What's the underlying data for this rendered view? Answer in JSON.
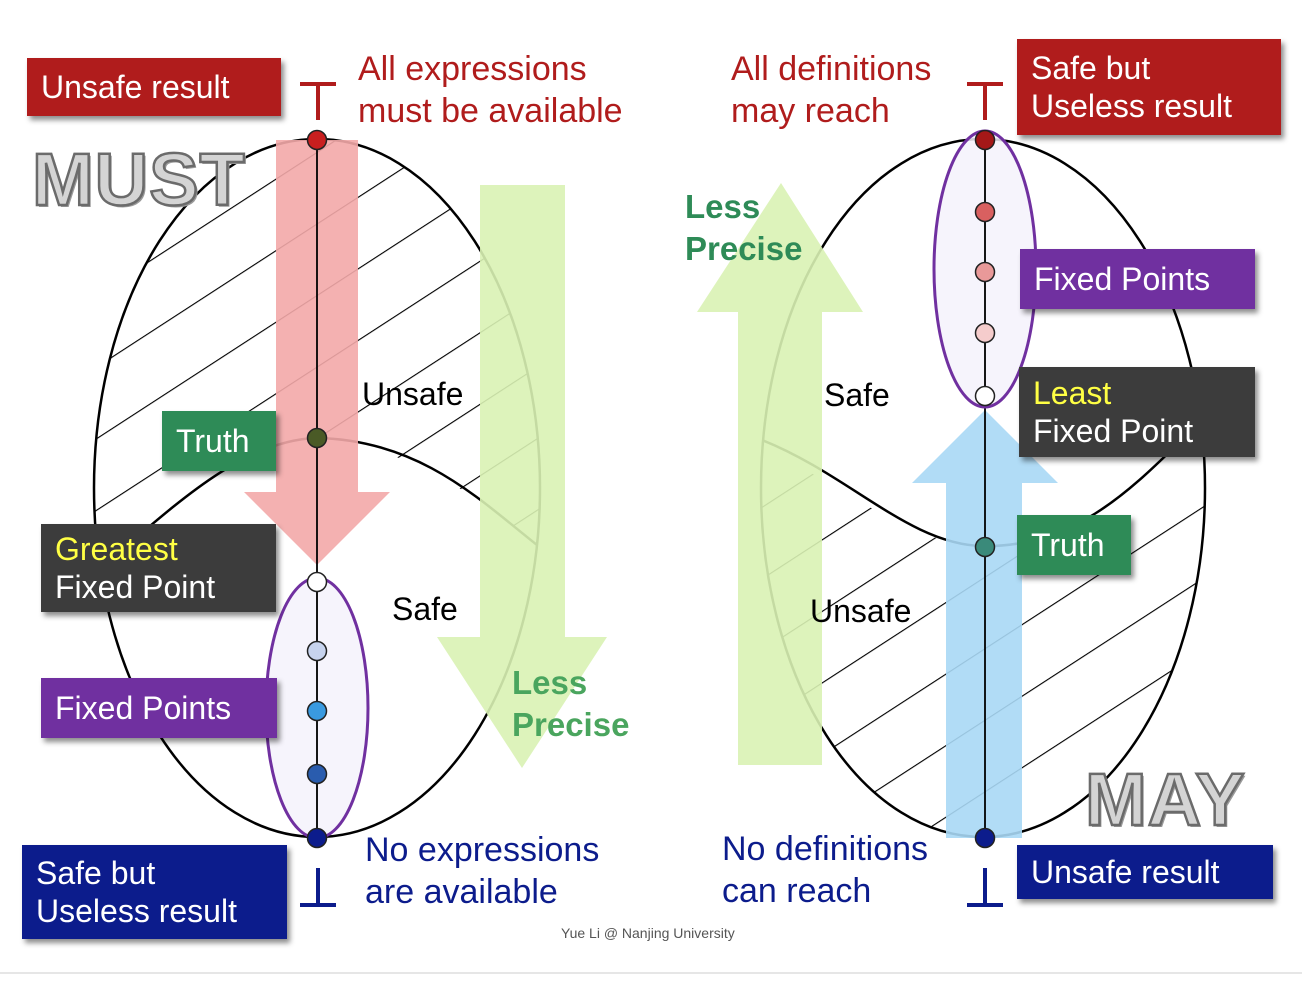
{
  "colors": {
    "dark_red": "#b01c1c",
    "dark_blue": "#0c1c8c",
    "dark_gray": "#3c3c3c",
    "purple": "#7030a0",
    "green_box": "#2e8b57",
    "green_text": "#4aa55e",
    "yellow": "#ffff44",
    "red_arrow": "#f3a9a9",
    "light_green_arrow": "#d9f2b4",
    "light_blue_arrow": "#a9d8f5"
  },
  "left": {
    "big_label": "MUST",
    "top_box": "Unsafe result",
    "top_desc": "All expressions\nmust be available",
    "bottom_box": "Safe but\nUseless result",
    "bottom_desc": "No expressions\nare available",
    "top_symbol": "⊤",
    "bottom_symbol": "⊥",
    "truth": "Truth",
    "fixpoint_highlight": "Greatest",
    "fixpoint_rest": "Fixed Point",
    "fixed_points": "Fixed Points",
    "region_unsafe": "Unsafe",
    "region_safe": "Safe",
    "less_precise": "Less\nPrecise"
  },
  "right": {
    "big_label": "MAY",
    "top_box": "Safe but\nUseless result",
    "top_desc": "All definitions\nmay reach",
    "bottom_box": "Unsafe result",
    "bottom_desc": "No definitions\ncan reach",
    "top_symbol": "⊤",
    "bottom_symbol": "⊥",
    "truth": "Truth",
    "fixpoint_highlight": "Least",
    "fixpoint_rest": "Fixed Point",
    "fixed_points": "Fixed Points",
    "region_safe": "Safe",
    "region_unsafe": "Unsafe",
    "less_precise": "Less\nPrecise"
  },
  "footer": "Yue Li @ Nanjing University"
}
